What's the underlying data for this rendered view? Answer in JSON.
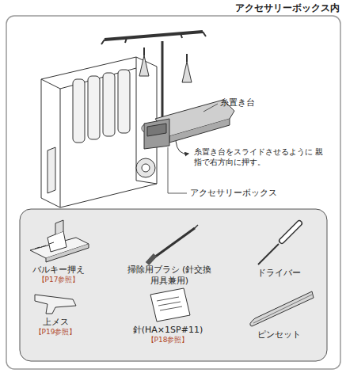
{
  "diagram": {
    "title": "アクセサリーボックス内",
    "labels": [
      "糸置き台",
      "糸置き台をスライドさせるように 親指で右方向に押す。",
      "アクセサリーボックス",
      "バルキー押え",
      "【P17参照】",
      "掃除用ブラシ (針交換用具兼用)",
      "ドライバー",
      "上メス",
      "【P19参照】",
      "針(HA×1SP#11)",
      "【P18参照】",
      "ピンセット"
    ]
  }
}
